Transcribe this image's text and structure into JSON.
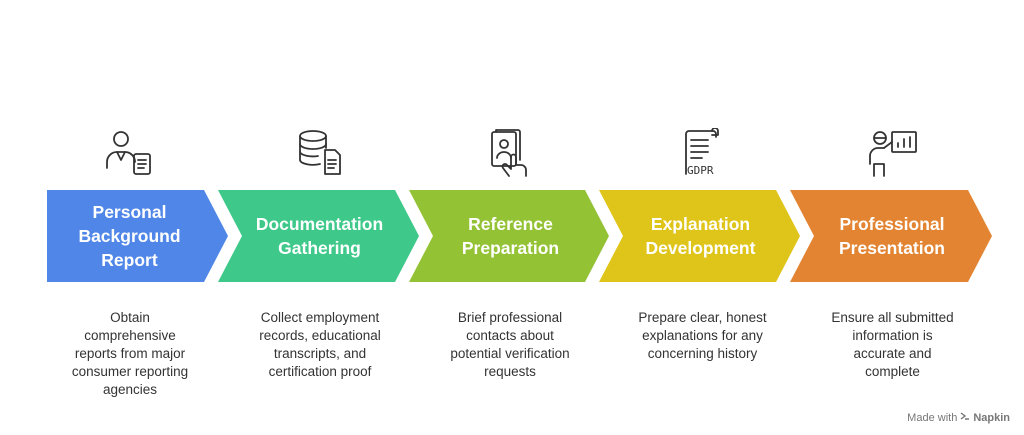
{
  "steps": [
    {
      "title": "Personal\nBackground\nReport",
      "description": "Obtain\ncomprehensive\nreports from major\nconsumer reporting\nagencies",
      "color": "#4f86e8",
      "icon": "person-document-icon"
    },
    {
      "title": "Documentation\nGathering",
      "description": "Collect employment\nrecords, educational\ntranscripts, and\ncertification proof",
      "color": "#3ec98a",
      "icon": "database-document-icon"
    },
    {
      "title": "Reference\nPreparation",
      "description": "Brief professional\ncontacts about\npotential verification\nrequests",
      "color": "#94c235",
      "icon": "contact-card-hand-icon"
    },
    {
      "title": "Explanation\nDevelopment",
      "description": "Prepare clear, honest\nexplanations for any\nconcerning history",
      "color": "#dfc51a",
      "icon": "gdpr-document-icon"
    },
    {
      "title": "Professional\nPresentation",
      "description": "Ensure all submitted\ninformation is\naccurate and\ncomplete",
      "color": "#e38432",
      "icon": "presenter-chart-icon"
    }
  ],
  "icon_text": {
    "gdpr": "GDPR"
  },
  "footer": {
    "made_with": "Made with",
    "brand": "Napkin"
  }
}
